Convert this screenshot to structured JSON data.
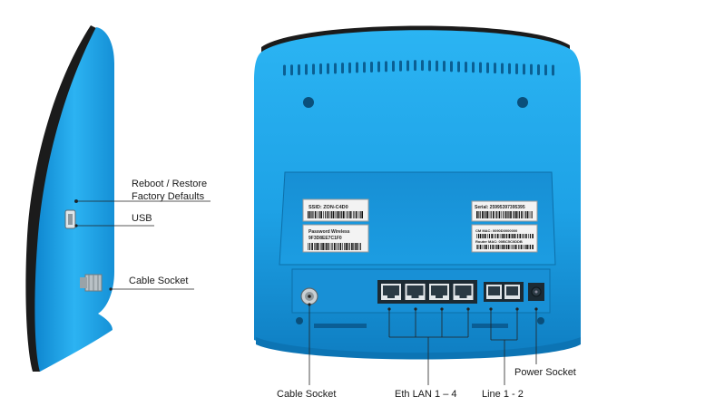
{
  "labels": {
    "reboot_line1": "Reboot / Restore",
    "reboot_line2": "Factory Defaults",
    "usb": "USB",
    "cable_socket_side": "Cable Socket",
    "cable_socket_back": "Cable Socket",
    "eth_lan": "Eth LAN 1 – 4",
    "line": "Line 1 - 2",
    "power_socket": "Power Socket"
  },
  "stickers": {
    "ssid": "SSID: ZON-C4D0",
    "password_title": "Password Wireless",
    "password_value": "9F3D8EE7C1F0",
    "serial": "Serial: 25995397395395",
    "cm_mac": "CM MAC: 0090D0000000",
    "router_mac": "Router MAC: 00BC5C0DDB"
  },
  "colors": {
    "body_blue": "#1fa3e6",
    "body_blue_dark": "#0c7fc0",
    "edge_black": "#1b1b1b",
    "port_dark": "#1c2a33"
  }
}
